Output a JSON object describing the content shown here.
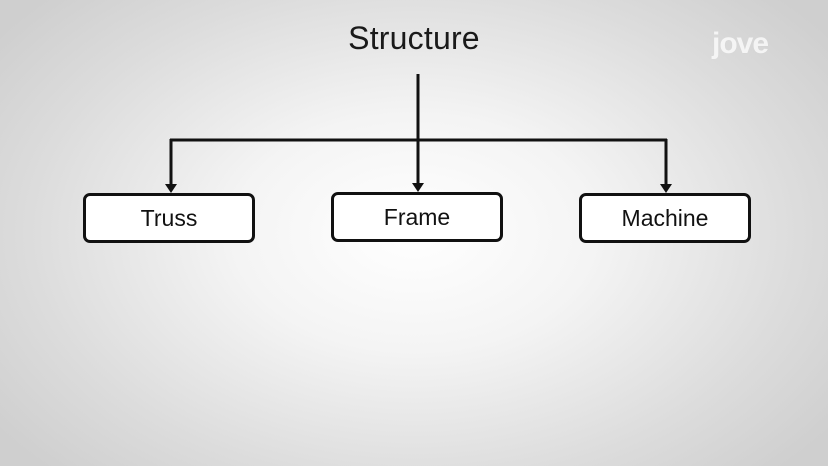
{
  "diagram": {
    "root": "Structure",
    "children": [
      "Truss",
      "Frame",
      "Machine"
    ]
  },
  "brand": {
    "logo_text": "jove"
  },
  "colors": {
    "line": "#111111",
    "box_fill": "#ffffff"
  }
}
